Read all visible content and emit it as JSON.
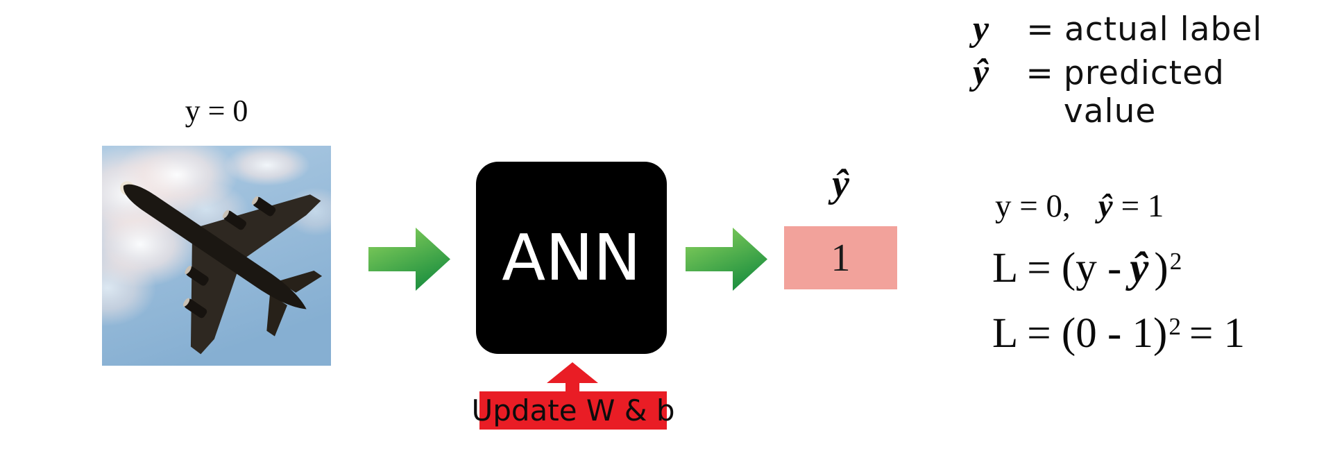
{
  "title": {
    "input_label": "y = 0"
  },
  "flow": {
    "ann_label": "ANN",
    "prediction_symbol": "ŷ",
    "prediction_value": "1",
    "update_label": "Update W & b"
  },
  "legend": {
    "rows": [
      {
        "symbol": "y",
        "relation": "=",
        "text": "actual label"
      },
      {
        "symbol": "ŷ",
        "relation": "=",
        "text": "predicted value"
      }
    ]
  },
  "equations": {
    "given": {
      "a": "y = 0,",
      "b": "ŷ",
      "c": "= 1"
    },
    "loss": {
      "a": "L = (y -",
      "b": "ŷ",
      "c": ")",
      "exp": "2"
    },
    "result": {
      "a": "L = (0 - 1)",
      "exp": "2",
      "b": "= 1"
    }
  },
  "image": {
    "name": "airplane-photo"
  },
  "colors": {
    "arrow_green_light": "#8FD45E",
    "arrow_green_dark": "#1F9140",
    "accent_red": "#E91D25",
    "prediction_pink": "#F2A29B",
    "ann_box_black": "#000000",
    "sky_blue": "#9ABFDD"
  }
}
